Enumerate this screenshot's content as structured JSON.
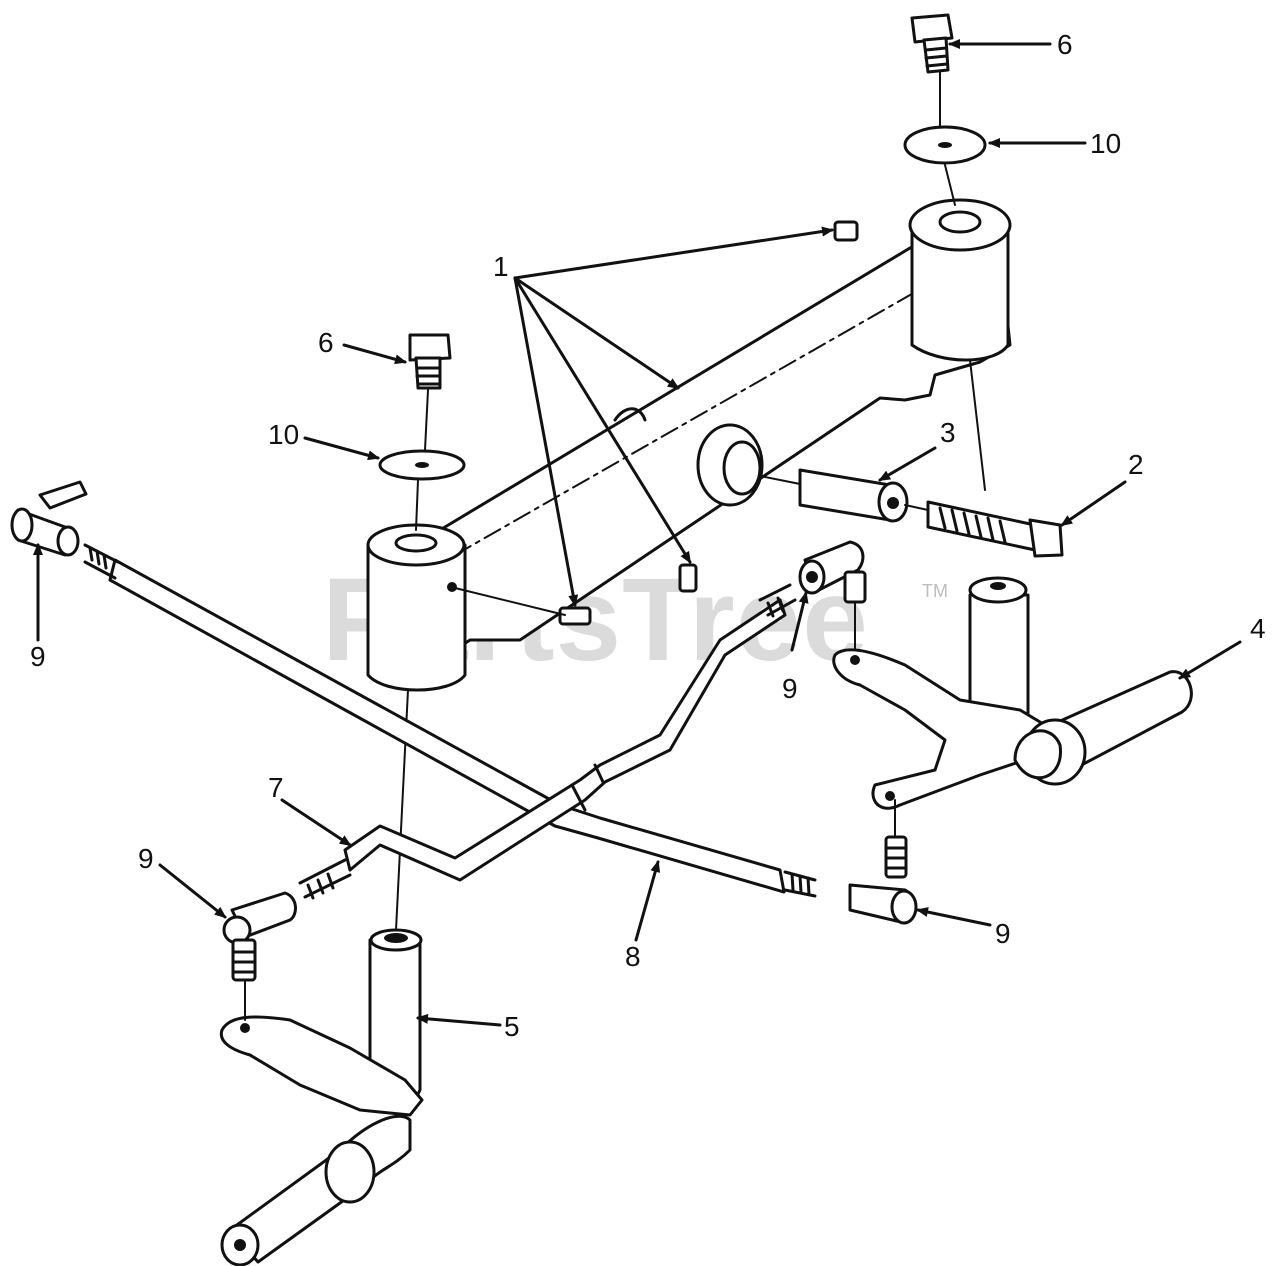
{
  "watermark": {
    "brand": "PartsTree",
    "trademark": "TM"
  },
  "callouts": {
    "c1": "1",
    "c2": "2",
    "c3": "3",
    "c4": "4",
    "c5": "5",
    "c6_top": "6",
    "c6_left": "6",
    "c7": "7",
    "c8": "8",
    "c9_far_left": "9",
    "c9_center": "9",
    "c9_lower_left": "9",
    "c9_lower_right": "9",
    "c10_top": "10",
    "c10_left": "10"
  }
}
